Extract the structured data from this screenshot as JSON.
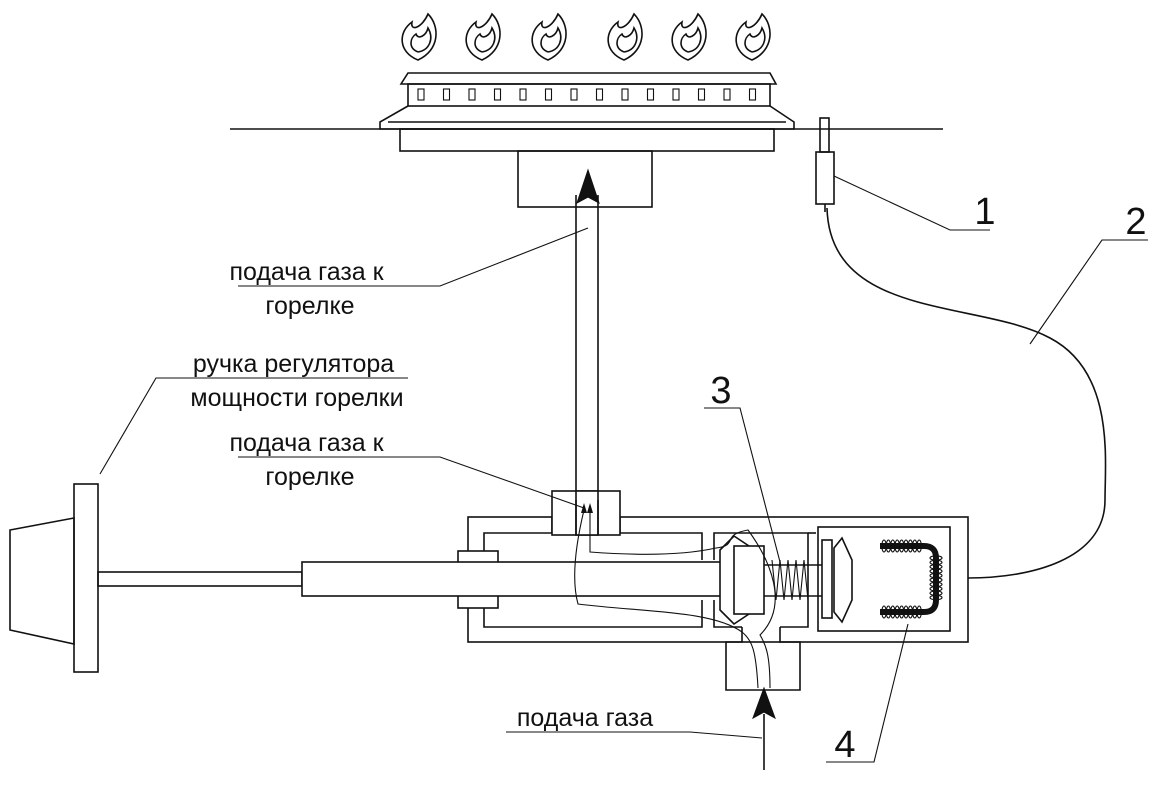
{
  "labels": {
    "gas_to_burner_top": [
      "подача газа к",
      "горелке"
    ],
    "knob": [
      "ручка регулятора",
      "мощности горелки"
    ],
    "gas_to_burner_mid": [
      "подача газа к",
      "горелке"
    ],
    "gas_supply": "подача газа"
  },
  "callouts": {
    "c1": "1",
    "c2": "2",
    "c3": "3",
    "c4": "4"
  }
}
